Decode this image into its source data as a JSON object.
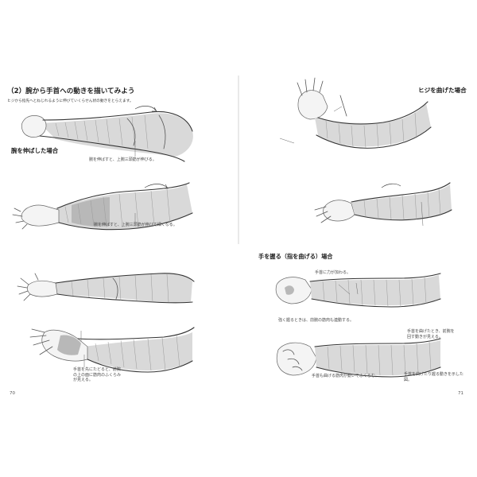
{
  "left_page": {
    "section_heading": "（2）腕から手首への動きを描いてみよう",
    "section_intro": "ヒジから指先へとねじれるように伸びていくらせん状の動きをとらえます。",
    "subheading_extended": "腕を伸ばした場合",
    "caption_1": "腕を伸ばすと、上腕三頭筋が伸びる。",
    "caption_2": "腕を伸ばすと、上腕三頭筋が伸びて細くなる。",
    "caption_3": "手首を先にたどると、前腕の上の面に筋肉のふくらみが見える。",
    "folio": "70"
  },
  "right_page": {
    "heading_bent": "ヒジを曲げた場合",
    "heading_fist": "手を握る（指を曲げる）場合",
    "caption_fist_1": "手首に力が加わる。",
    "caption_fist_2": "強く握るときは、前腕の筋肉も連動する。",
    "caption_fist_3": "手首も曲げる筋肉が動いてふくらむ。",
    "caption_fist_4": "手首を曲げたとき、前腕を回す動きが見える。",
    "caption_bottom": "手首を曲げたり握る動きを示した図。",
    "folio": "71"
  },
  "colors": {
    "paper": "#ffffff",
    "ink": "#555555",
    "text": "#2a2a2a"
  }
}
